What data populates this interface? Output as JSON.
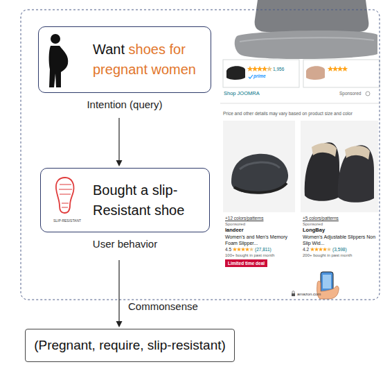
{
  "diagram": {
    "nodes": [
      {
        "text": [
          "Want",
          "shoes for pregnant women",
          "Intention (query)"
        ]
      },
      {
        "text": [
          "SLIP-RESISTANT",
          "Bought a slip-Resistant shoe",
          "User behavior"
        ]
      },
      {
        "text": [
          "(Pregnant, require, slip-resistant)"
        ]
      }
    ],
    "edges": [
      {
        "from": 0,
        "to": 1,
        "arrow": "to"
      },
      {
        "from": 1,
        "to": 2,
        "arrow": "to",
        "label": "Commonsense"
      }
    ],
    "labels": [
      "1,956",
      "prime",
      "Shop JOOMRA",
      "Sponsored",
      "Price and other details may vary based on product size and color",
      "+12 colors/patterns",
      "Sponsored",
      "landeer",
      "Women's and Men's Memory Foam Slipper...",
      "4.5",
      "(27,811)",
      "100+ bought in past month",
      "Limited time deal",
      "+5 colors/patterns",
      "Sponsored",
      "LongBay",
      "Women's Adjustable Slippers Non Slip Wid...",
      "4.2",
      "(3,598)",
      "200+ bought in past month",
      "amazon.com"
    ]
  }
}
